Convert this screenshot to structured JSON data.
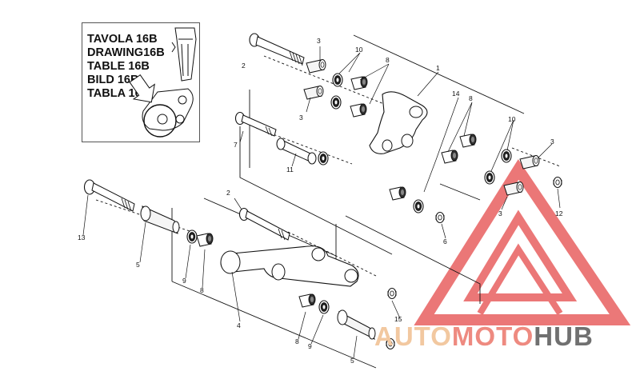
{
  "inset": {
    "lines": [
      "TAVOLA 16B",
      "DRAWING16B",
      "TABLE 16B",
      "BILD 16B",
      "TABLA 16B"
    ]
  },
  "watermark": {
    "part1": "AUTO",
    "part2": "MOTO",
    "part3": "HUB",
    "colors": {
      "auto": "#f2c8a0",
      "moto": "#ee8a80",
      "hub": "#707070",
      "triangle": "#e86060"
    }
  },
  "callouts": [
    {
      "id": "c1",
      "text": "1"
    },
    {
      "id": "c2a",
      "text": "2"
    },
    {
      "id": "c2b",
      "text": "2"
    },
    {
      "id": "c3a",
      "text": "3"
    },
    {
      "id": "c3b",
      "text": "3"
    },
    {
      "id": "c3c",
      "text": "3"
    },
    {
      "id": "c3d",
      "text": "3"
    },
    {
      "id": "c4",
      "text": "4"
    },
    {
      "id": "c5a",
      "text": "5"
    },
    {
      "id": "c5b",
      "text": "5"
    },
    {
      "id": "c6",
      "text": "6"
    },
    {
      "id": "c7",
      "text": "7"
    },
    {
      "id": "c8a",
      "text": "8"
    },
    {
      "id": "c8b",
      "text": "8"
    },
    {
      "id": "c8c",
      "text": "8"
    },
    {
      "id": "c8d",
      "text": "8"
    },
    {
      "id": "c9a",
      "text": "9"
    },
    {
      "id": "c9b",
      "text": "9"
    },
    {
      "id": "c10a",
      "text": "10"
    },
    {
      "id": "c10b",
      "text": "10"
    },
    {
      "id": "c11",
      "text": "11"
    },
    {
      "id": "c12",
      "text": "12"
    },
    {
      "id": "c13",
      "text": "13"
    },
    {
      "id": "c14",
      "text": "14"
    },
    {
      "id": "c15",
      "text": "15"
    }
  ]
}
